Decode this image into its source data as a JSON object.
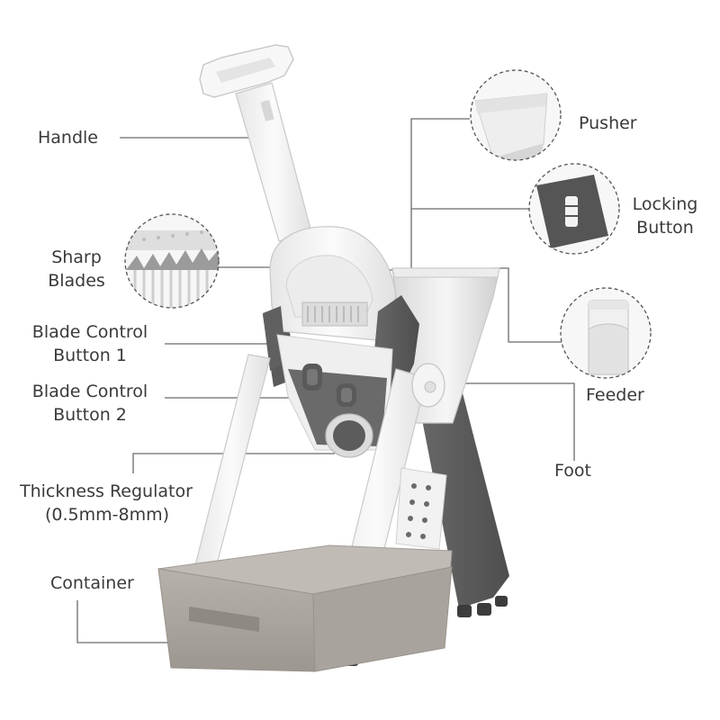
{
  "labels": {
    "handle": [
      "Handle"
    ],
    "sharp_blades": [
      "Sharp",
      "Blades"
    ],
    "blade_control_1": [
      "Blade Control",
      "Button 1"
    ],
    "blade_control_2": [
      "Blade Control",
      "Button 2"
    ],
    "thickness_regulator": [
      "Thickness Regulator",
      "(0.5mm-8mm)"
    ],
    "container": [
      "Container"
    ],
    "pusher": [
      "Pusher"
    ],
    "locking_button": [
      "Locking",
      "Button"
    ],
    "feeder": [
      "Feeder"
    ],
    "foot": [
      "Foot"
    ]
  },
  "colors": {
    "body_white": "#f4f4f4",
    "dark_gray": "#5e5e5e",
    "container_gray": "#a8a29c",
    "leader_line": "#6a6a6a"
  }
}
